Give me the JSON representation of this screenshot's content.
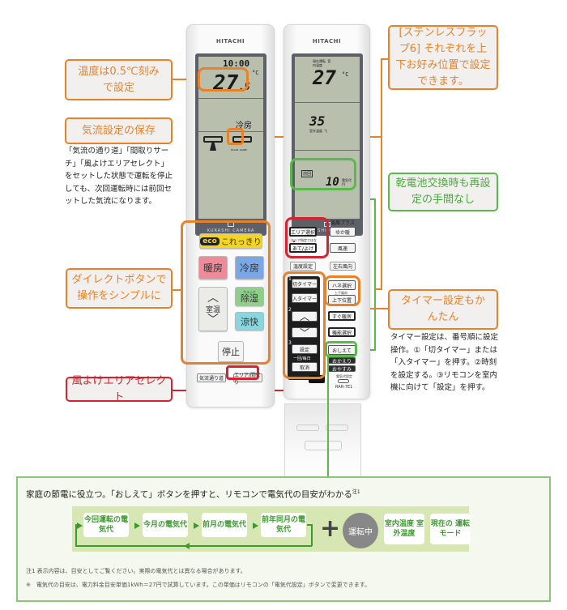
{
  "callouts": {
    "temp_step": "温度は0.5℃刻みで設定",
    "airflow_save": "気流設定の保存",
    "airflow_save_desc": "「気流の通り道」「間取りサーチ」「風よけエリアセレクト」をセットした状態で運転を停止しても、次回運転時には前回セットした気流になります。",
    "direct_button": "ダイレクトボタンで操作をシンプルに",
    "wind_area": "風よけエリアセレクト",
    "flap": "[ステンレスフラップ6] それぞれを上下お好み位置で設定できます。",
    "battery": "乾電池交換時も再設定の手間なし",
    "timer": "タイマー設定もかんたん",
    "timer_desc": "タイマー設定は、番号順に設定操作。①「切タイマー」または「入タイマー」を押す。②時刻を設定する。③リモコンを室内機に向けて「設定」を押す。"
  },
  "remote_left": {
    "brand": "HITACHI",
    "lcd_clock": "10:00",
    "lcd_temp": "27",
    "lcd_temp_dec": ".5",
    "lcd_unit": "°C",
    "lcd_mode": "冷房",
    "lcd_sub": "DILAB AGARE",
    "logo": "KURASHI CAMERA",
    "buttons": {
      "eco": "eco",
      "eco_label": "これっきり",
      "heat": "暖房",
      "cool": "冷房",
      "temp_up": "︿",
      "temp_label": "室温",
      "temp_down": "﹀",
      "dry_small": "カラッと",
      "dry": "除湿",
      "fresh": "涼快",
      "stop": "停止",
      "airpath": "気流通り道",
      "area_search": "エリア/間取り"
    }
  },
  "remote_right": {
    "brand": "HITACHI",
    "lcd_label_top": "現在運転 室内温度",
    "lcd_temp": "27",
    "lcd_unit": "°C",
    "lcd_outdoor": "35",
    "lcd_outdoor_label": "室外温度 ℃",
    "lcd_period": "前回",
    "lcd_cost": "10",
    "lcd_cost_label": "電気代 円",
    "logo": "KURASHI CAMERA",
    "buttons": {
      "heat_plus_label": "温風プラス",
      "area_select": "エリア選択",
      "area_sub": "エリア指定ではな",
      "ate_yoke": "あて/よけ",
      "yukadan": "ゆか暖",
      "fan_speed": "風速",
      "temp_set": "温度設定",
      "lr_dir": "左右風向",
      "off_timer": "切タイマー",
      "on_timer": "入タイマー",
      "flap_select": "ハネ選択",
      "ud_dir_label": "上下風向",
      "ud_pos": "上下位置",
      "up": "︿",
      "down": "﹀",
      "quick_heat": "すぐ暖房",
      "func_select": "機能選択",
      "set": "設定",
      "once_daily": "一回/毎日",
      "cancel": "取消",
      "oshiete": "おしえて",
      "okaeri": "おかえり",
      "oyasumi": "おやすみ",
      "cost_setting": "電気代設定",
      "model": "RAR-7E1",
      "num1": "1",
      "num2": "2",
      "num3": "3"
    }
  },
  "panel": {
    "title": "家庭の節電に役立つ。「おしえて」ボタンを押すと、リモコンで電気代の目安がわかる",
    "title_note": "注1",
    "flow": [
      "今回運転の電気代",
      "今月の電気代",
      "前月の電気代",
      "前年同月の電気代"
    ],
    "plus": "+",
    "running": "運転中",
    "extras": [
      "室内温度 室外温度",
      "現在の 運転モード"
    ],
    "note1": "注1 表示内容は、目安としてご覧ください。実際の電気代とは異なる場合があります。",
    "note2": "※　電気代の目安は、電力料金目安単価1kWh＝27円で試算しています。この単価はリモコンの「電気代設定」ボタンで変更できます。"
  },
  "colors": {
    "orange": "#e8822a",
    "green": "#5bb94c",
    "red": "#d42432",
    "eco_yellow": "#f4d422",
    "heat_pink": "#f08a98",
    "cool_blue": "#7aa8e6",
    "dry_green": "#8ed08a",
    "fresh_cyan": "#8ad6e0"
  }
}
